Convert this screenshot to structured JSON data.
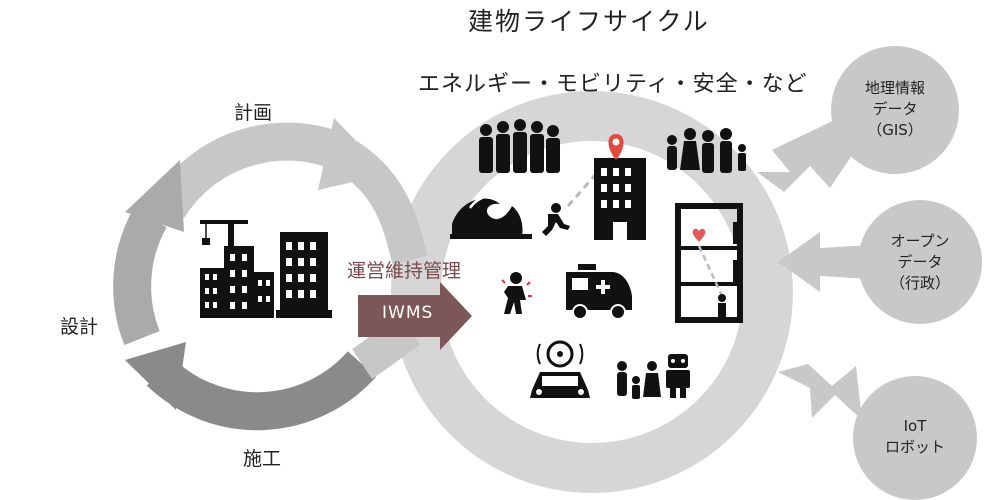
{
  "title": "建物ライフサイクル",
  "subtitle": "エネルギー・モビリティ・安全・など",
  "phases": {
    "plan": "計画",
    "design": "設計",
    "construction": "施工"
  },
  "operations": {
    "label": "運営維持管理",
    "arrow": "IWMS"
  },
  "sources": {
    "gis": {
      "line1": "地理情報",
      "line2": "データ",
      "line3": "（GIS）"
    },
    "open": {
      "line1": "オープン",
      "line2": "データ",
      "line3": "（行政）"
    },
    "iot": {
      "line1": "IoT",
      "line2": "ロボット"
    }
  },
  "icons": [
    "crane-building-icon",
    "office-building-icon",
    "crowd-icon",
    "map-pin-building-icon",
    "family-icon",
    "tsunami-escape-icon",
    "injured-person-icon",
    "ambulance-icon",
    "aed-building-icon",
    "autonomous-car-icon",
    "robot-family-icon"
  ],
  "colors": {
    "ring": "#d6d6d6",
    "ringDark": "#8a8a8a",
    "arrowFill": "#7b5758",
    "opsText": "#7a4a4c",
    "sourceCircle": "#c8c8c8",
    "aed": "#e35a5a",
    "pin": "#e5483f"
  }
}
